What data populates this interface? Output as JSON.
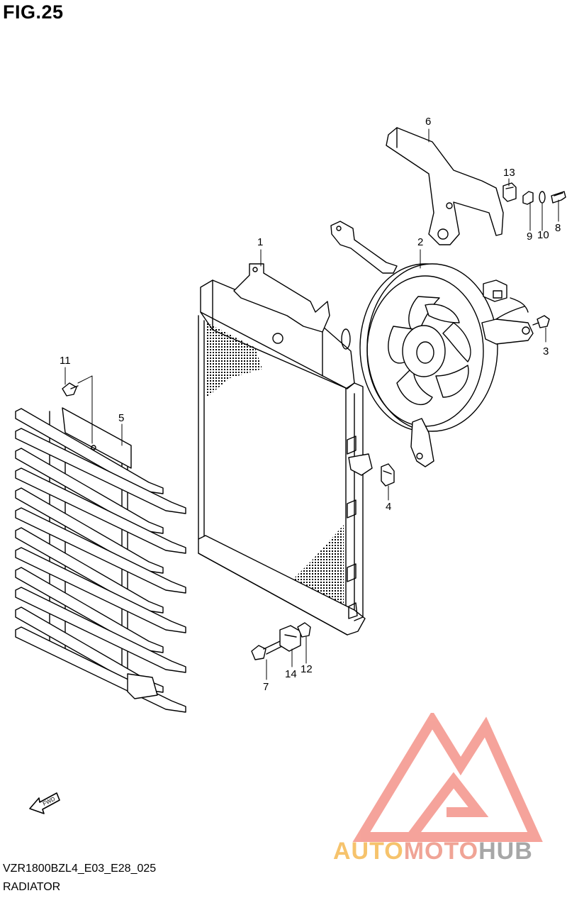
{
  "figure": {
    "title": "FIG.25"
  },
  "callouts": [
    "1",
    "2",
    "3",
    "4",
    "5",
    "6",
    "7",
    "8",
    "9",
    "10",
    "11",
    "12",
    "13",
    "14"
  ],
  "fwd_label": "FWD",
  "footer": {
    "model_code": "VZR1800BZL4_E03_E28_025",
    "section": "RADIATOR"
  },
  "watermark": {
    "word1": "AUTO",
    "word2": "MOTO",
    "word3": "HUB",
    "colors": {
      "auto": "#f6c36c",
      "moto": "#f0a496",
      "hub": "#a7a7a7",
      "logo": "#f4948a"
    }
  }
}
